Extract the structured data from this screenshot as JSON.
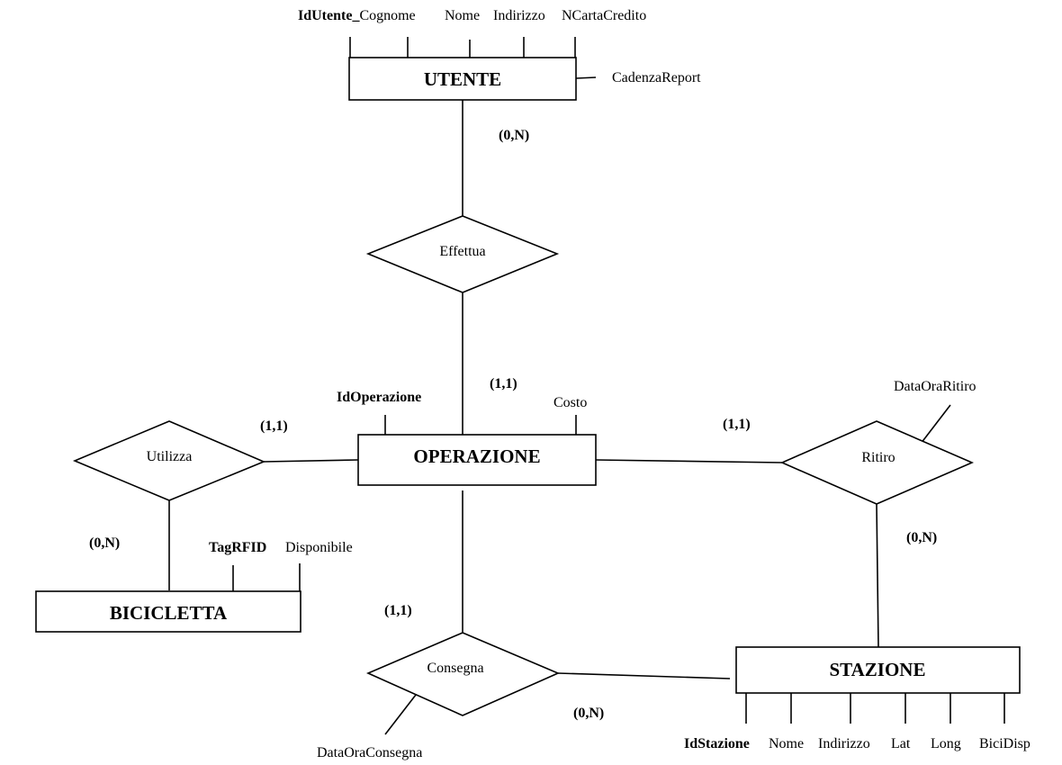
{
  "entities": {
    "utente": "UTENTE",
    "operazione": "OPERAZIONE",
    "bicicletta": "BICICLETTA",
    "stazione": "STAZIONE"
  },
  "relationships": {
    "effettua": "Effettua",
    "utilizza": "Utilizza",
    "ritiro": "Ritiro",
    "consegna": "Consegna"
  },
  "attributes": {
    "utente": {
      "key": "IdUtente_",
      "others": [
        "Cognome",
        "Nome",
        "Indirizzo",
        "NCartaCredito"
      ],
      "side": "CadenzaReport"
    },
    "operazione": {
      "key": "IdOperazione",
      "others": [
        "Costo"
      ]
    },
    "bicicletta": {
      "key": "TagRFID",
      "others": [
        "Disponibile"
      ]
    },
    "stazione": {
      "key": "IdStazione",
      "others": [
        "Nome",
        "Indirizzo",
        "Lat",
        "Long",
        "BiciDisp"
      ]
    },
    "ritiro": [
      "DataOraRitiro"
    ],
    "consegna": [
      "DataOraConsegna"
    ]
  },
  "cardinalities": {
    "utente_effettua": "(0,N)",
    "operazione_effettua": "(1,1)",
    "operazione_utilizza": "(1,1)",
    "bicicletta_utilizza": "(0,N)",
    "operazione_ritiro": "(1,1)",
    "stazione_ritiro": "(0,N)",
    "operazione_consegna": "(1,1)",
    "stazione_consegna": "(0,N)"
  }
}
